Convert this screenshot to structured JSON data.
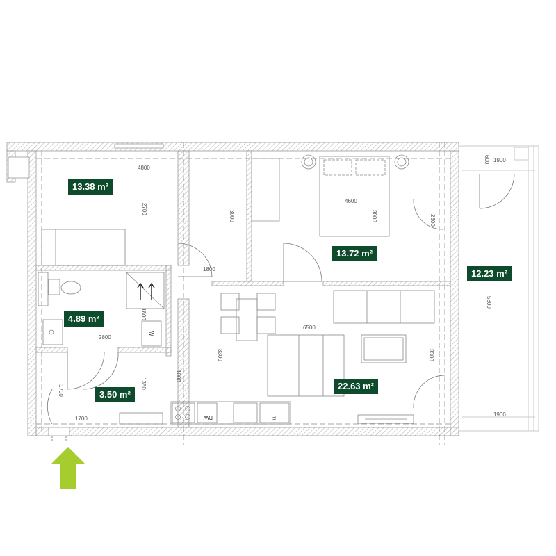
{
  "rooms": [
    {
      "id": "room-living",
      "area": "13.38 m²"
    },
    {
      "id": "room-bath",
      "area": "4.89 m²"
    },
    {
      "id": "room-hall",
      "area": "3.50 m²"
    },
    {
      "id": "room-bed",
      "area": "13.72 m²"
    },
    {
      "id": "room-kitchen",
      "area": "22.63 m²"
    },
    {
      "id": "room-balcony",
      "area": "12.23 m²"
    }
  ],
  "dimensions": {
    "d4800": "4800",
    "d2700": "2700",
    "d1800": "1800",
    "d2800": "2800",
    "d1350": "1350",
    "d1700v": "1700",
    "d1700h": "1700",
    "d1000": "1000",
    "d3000a": "3000",
    "d4600": "4600",
    "d3000b": "3000",
    "d2800r": "2800",
    "d6500": "6500",
    "d3300a": "3300",
    "d3300b": "3300",
    "d600": "600",
    "d1900t": "1900",
    "d5800": "5800",
    "d1900b": "1900",
    "d1800b": "1800"
  },
  "appliances": {
    "washer": "W",
    "dishwasher": "DW",
    "fridge": "F"
  },
  "colors": {
    "badge": "#0e4a2c",
    "entry_arrow": "#a6cc2e",
    "wall": "#9a9a9a"
  },
  "icons": [
    "entrance-arrow-icon",
    "toilet-icon",
    "sink-icon",
    "stove-icon",
    "bed-icon",
    "sofa-icon",
    "shower-icon"
  ]
}
